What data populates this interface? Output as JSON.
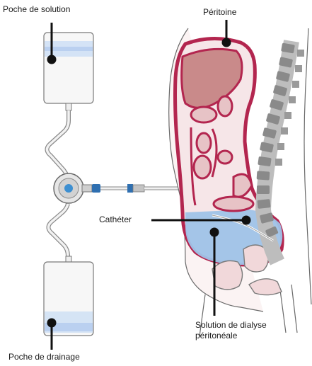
{
  "labels": {
    "solution_bag": "Poche de solution",
    "peritoneum": "Péritoine",
    "catheter": "Cathéter",
    "dialysis_solution_line1": "Solution de dialyse",
    "dialysis_solution_line2": "péritonéale",
    "drainage_bag": "Poche de drainage"
  },
  "colors": {
    "peritoneum": "#b3264f",
    "organ_fill": "#c98a8a",
    "fluid": "#9fc3e8",
    "outline": "#5a5a5a",
    "spine": "#8a8a8a",
    "pointer": "#111111"
  }
}
